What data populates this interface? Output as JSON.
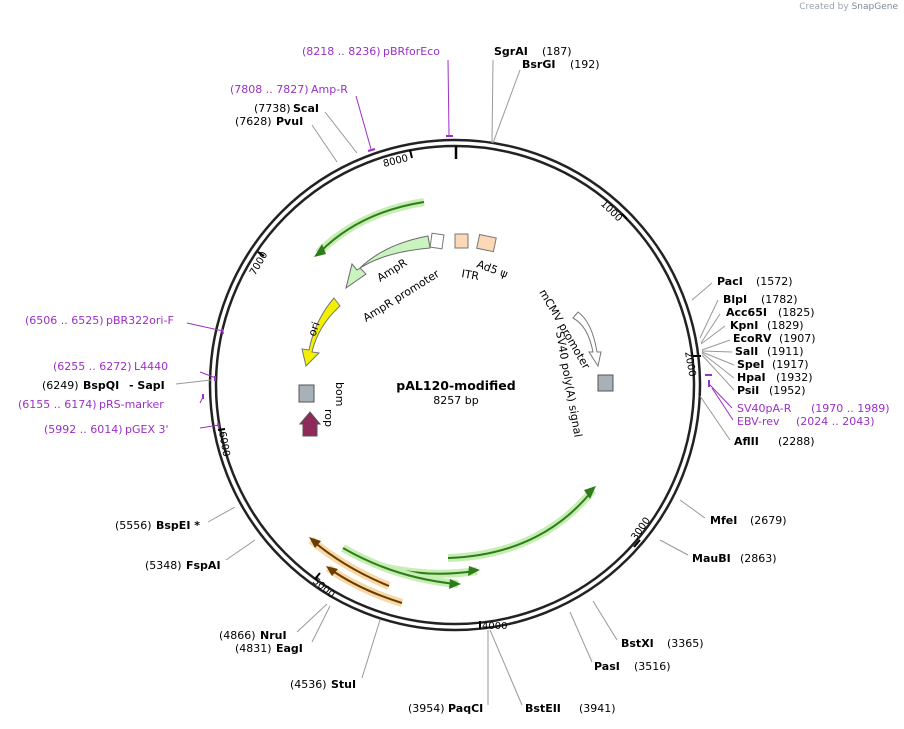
{
  "credit": {
    "prefix": "Created by",
    "brand": "SnapGene"
  },
  "plasmid": {
    "name": "pAL120-modified",
    "length_label": "8257 bp",
    "length": 8257
  },
  "ticks": [
    "1000",
    "2000",
    "3000",
    "4000",
    "5000",
    "6000",
    "7000",
    "8000"
  ],
  "colors": {
    "primer": "#9b30c4",
    "enzyme": "#000000",
    "feature_green": "#2e7d1a",
    "orange": "#e39a35",
    "ori": "#f2f000",
    "rop": "#8e2b5a",
    "backbone": "#222222"
  },
  "enzymes_right": [
    {
      "name": "SgrAI",
      "pos": "(187)"
    },
    {
      "name": "BsrGI",
      "pos": "(192)"
    },
    {
      "name": "PacI",
      "pos": "(1572)"
    },
    {
      "name": "BlpI",
      "pos": "(1782)"
    },
    {
      "name": "Acc65I",
      "pos": "(1825)"
    },
    {
      "name": "KpnI",
      "pos": "(1829)"
    },
    {
      "name": "EcoRV",
      "pos": "(1907)"
    },
    {
      "name": "SalI",
      "pos": "(1911)"
    },
    {
      "name": "SpeI",
      "pos": "(1917)"
    },
    {
      "name": "HpaI",
      "pos": "(1932)"
    },
    {
      "name": "PsiI",
      "pos": "(1952)"
    },
    {
      "name": "AflII",
      "pos": "(2288)"
    },
    {
      "name": "MfeI",
      "pos": "(2679)"
    },
    {
      "name": "MauBI",
      "pos": "(2863)"
    },
    {
      "name": "BstXI",
      "pos": "(3365)"
    },
    {
      "name": "PasI",
      "pos": "(3516)"
    },
    {
      "name": "BstEII",
      "pos": "(3941)"
    }
  ],
  "enzymes_left": [
    {
      "name": "PaqCI",
      "pos": "(3954)"
    },
    {
      "name": "StuI",
      "pos": "(4536)"
    },
    {
      "name": "EagI",
      "pos": "(4831)"
    },
    {
      "name": "NruI",
      "pos": "(4866)"
    },
    {
      "name": "FspAI",
      "pos": "(5348)"
    },
    {
      "name": "BspEI *",
      "pos": "(5556)"
    },
    {
      "name": "BspQI",
      "name2": "- SapI",
      "pos": "(6249)"
    },
    {
      "name": "PvuI",
      "pos": "(7628)"
    },
    {
      "name": "ScaI",
      "pos": "(7738)"
    }
  ],
  "primers": [
    {
      "name": "pBRforEco",
      "pos": "(8218 .. 8236)"
    },
    {
      "name": "Amp-R",
      "pos": "(7808 .. 7827)"
    },
    {
      "name": "pBR322ori-F",
      "pos": "(6506 .. 6525)"
    },
    {
      "name": "L4440",
      "pos": "(6255 .. 6272)"
    },
    {
      "name": "pRS-marker",
      "pos": "(6155 .. 6174)"
    },
    {
      "name": "pGEX 3'",
      "pos": "(5992 .. 6014)"
    },
    {
      "name": "SV40pA-R",
      "pos": "(1970 .. 1989)"
    },
    {
      "name": "EBV-rev",
      "pos": "(2024 .. 2043)"
    }
  ],
  "features": {
    "ampr": "AmpR",
    "ampr_promoter": "AmpR promoter",
    "ori": "ori",
    "bom": "bom",
    "rop": "rop",
    "itr": "ITR",
    "ad5": "Ad5 ψ",
    "mcmv": "mCMV promoter",
    "sv40": "SV40 poly(A) signal"
  }
}
